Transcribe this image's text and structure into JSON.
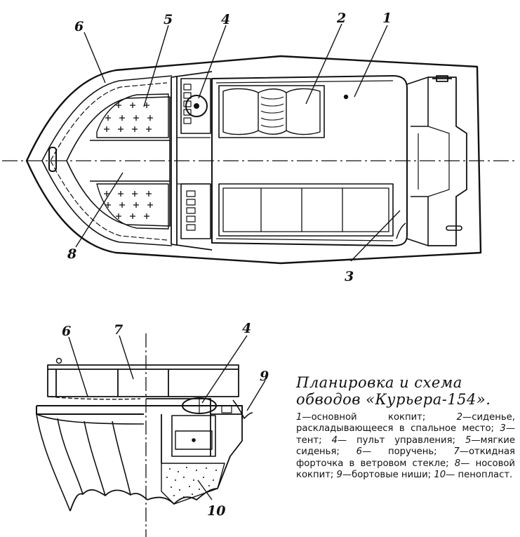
{
  "labels": {
    "top": {
      "l1": "1",
      "l2": "2",
      "l3": "3",
      "l4": "4",
      "l5": "5",
      "l6": "6",
      "l8": "8"
    },
    "side": {
      "l4": "4",
      "l6": "6",
      "l7": "7",
      "l9": "9",
      "l10": "10"
    }
  },
  "caption": {
    "title_line1": "Планировка и схема",
    "title_line2": "обводов «Курьера-154».",
    "items": [
      {
        "num": "1",
        "text": "—основной кокпит; "
      },
      {
        "num": "2",
        "text": "—сиденье, раскладывающееся в спальное место; "
      },
      {
        "num": "3",
        "text": "— тент; "
      },
      {
        "num": "4",
        "text": "— пульт управления; "
      },
      {
        "num": "5",
        "text": "—мягкие сиденья; "
      },
      {
        "num": "6",
        "text": "— поручень; "
      },
      {
        "num": "7",
        "text": "—откидная форточка в ветровом стекле; "
      },
      {
        "num": "8",
        "text": "— носовой кокпит; "
      },
      {
        "num": "9",
        "text": "—бортовые ниши; "
      },
      {
        "num": "10",
        "text": "— пенопласт."
      }
    ]
  }
}
